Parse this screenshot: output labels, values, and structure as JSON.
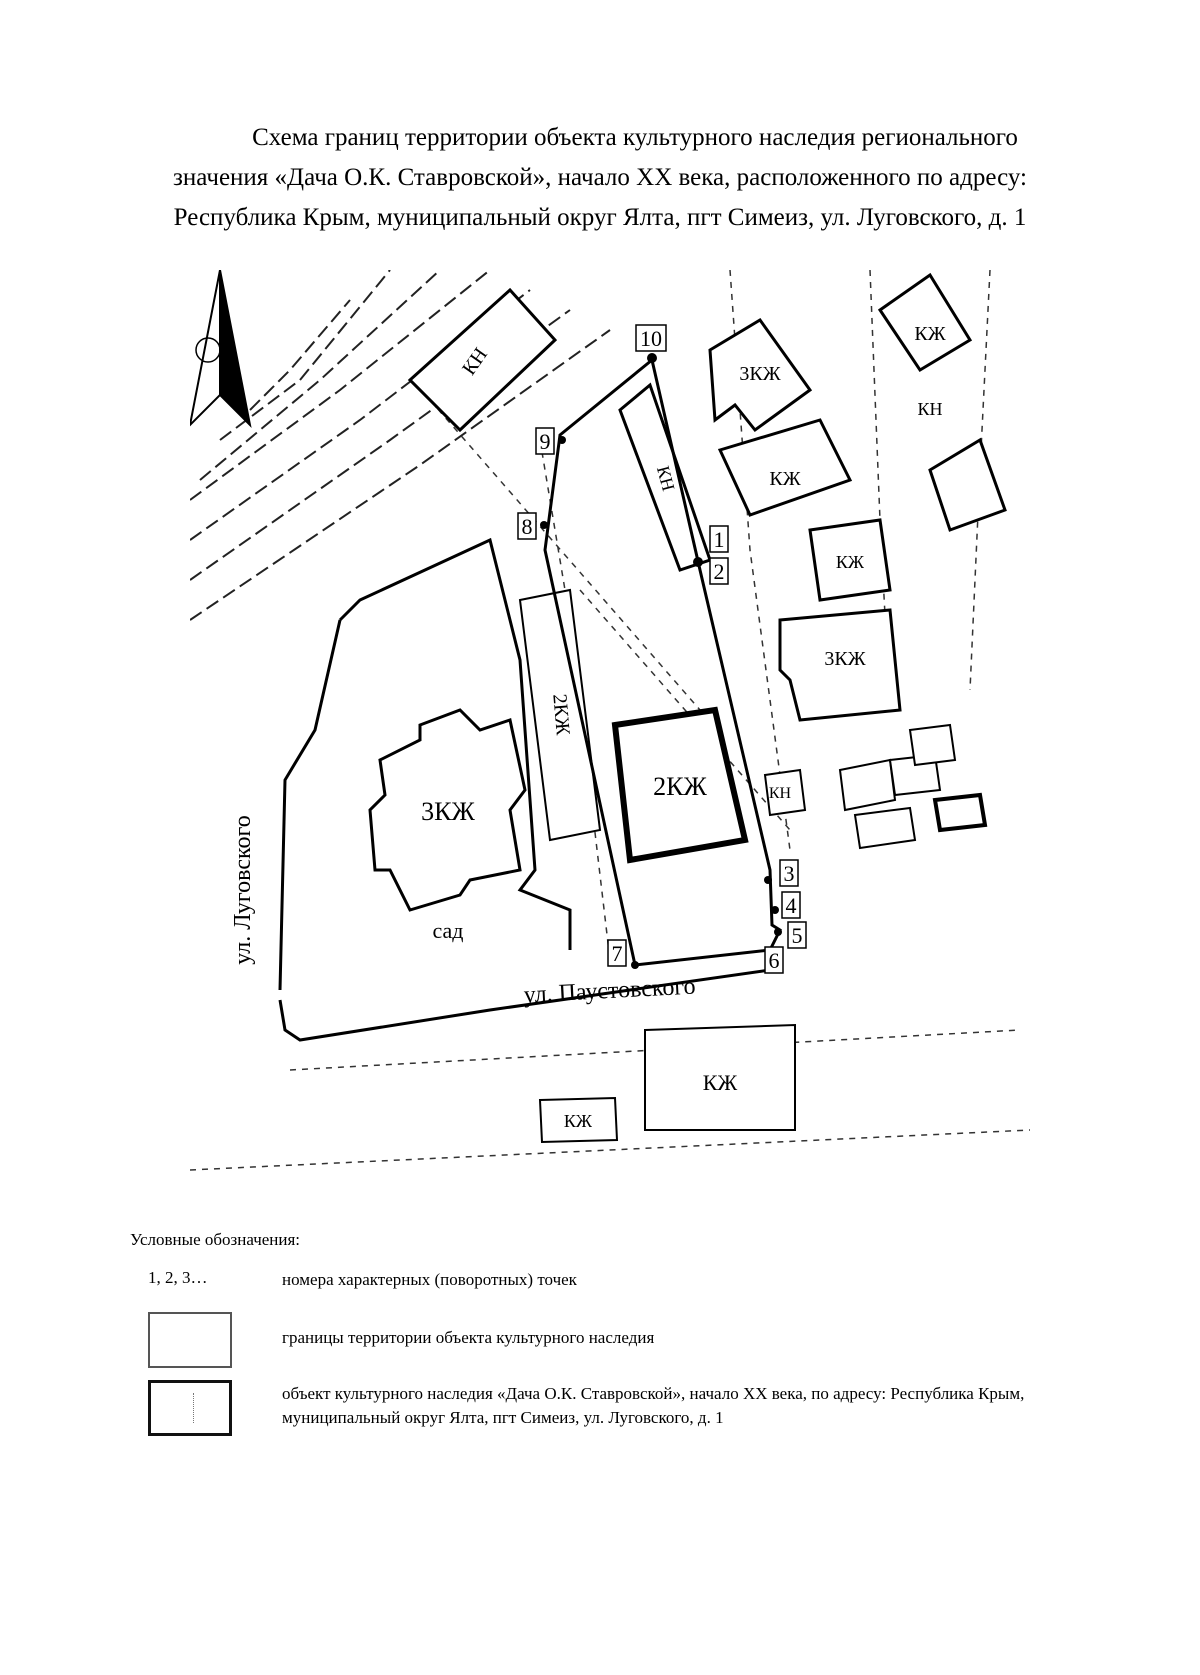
{
  "title": {
    "line1": "Схема границ территории объекта культурного наследия регионального",
    "line2": "значения «Дача О.К. Ставровской», начало XX века, расположенного по адресу:",
    "line3": "Республика Крым, муниципальный округ Ялта, пгт Симеиз, ул. Луговского, д. 1"
  },
  "map": {
    "point_labels": [
      "1",
      "2",
      "3",
      "4",
      "5",
      "6",
      "7",
      "8",
      "9",
      "10"
    ],
    "building_labels": {
      "kn_top": "КН",
      "kzh_top_right": "КЖ",
      "kzh3_top": "3КЖ",
      "kzh_mid": "КЖ",
      "kh_vertical": "КН",
      "kzh_right": "КЖ",
      "kzh3_right": "3КЖ",
      "kzh3_main": "3КЖ",
      "kzh2_main": "2КЖ",
      "kzh_vertical": "2КЖ",
      "kn_right": "КН",
      "kzh_bottom": "КЖ",
      "kzh_bottom_left": "КЖ",
      "kn_small": "КН"
    },
    "street_labels": {
      "lugovskogo": "ул. Луговского",
      "paustovskogo": "ул. Паустовского",
      "sad": "сад"
    },
    "icon": "north-arrow-icon"
  },
  "legend": {
    "title": "Условные обозначения:",
    "items": [
      {
        "symbol": "1, 2, 3…",
        "text": "номера характерных (поворотных) точек"
      },
      {
        "symbol": "boundary-box",
        "text": "границы территории объекта культурного наследия"
      },
      {
        "symbol": "object-box",
        "text": "объект культурного наследия «Дача О.К. Ставровской», начало XX века, по адресу: Республика Крым, муниципальный округ Ялта, пгт Симеиз, ул. Луговского, д. 1"
      }
    ]
  }
}
